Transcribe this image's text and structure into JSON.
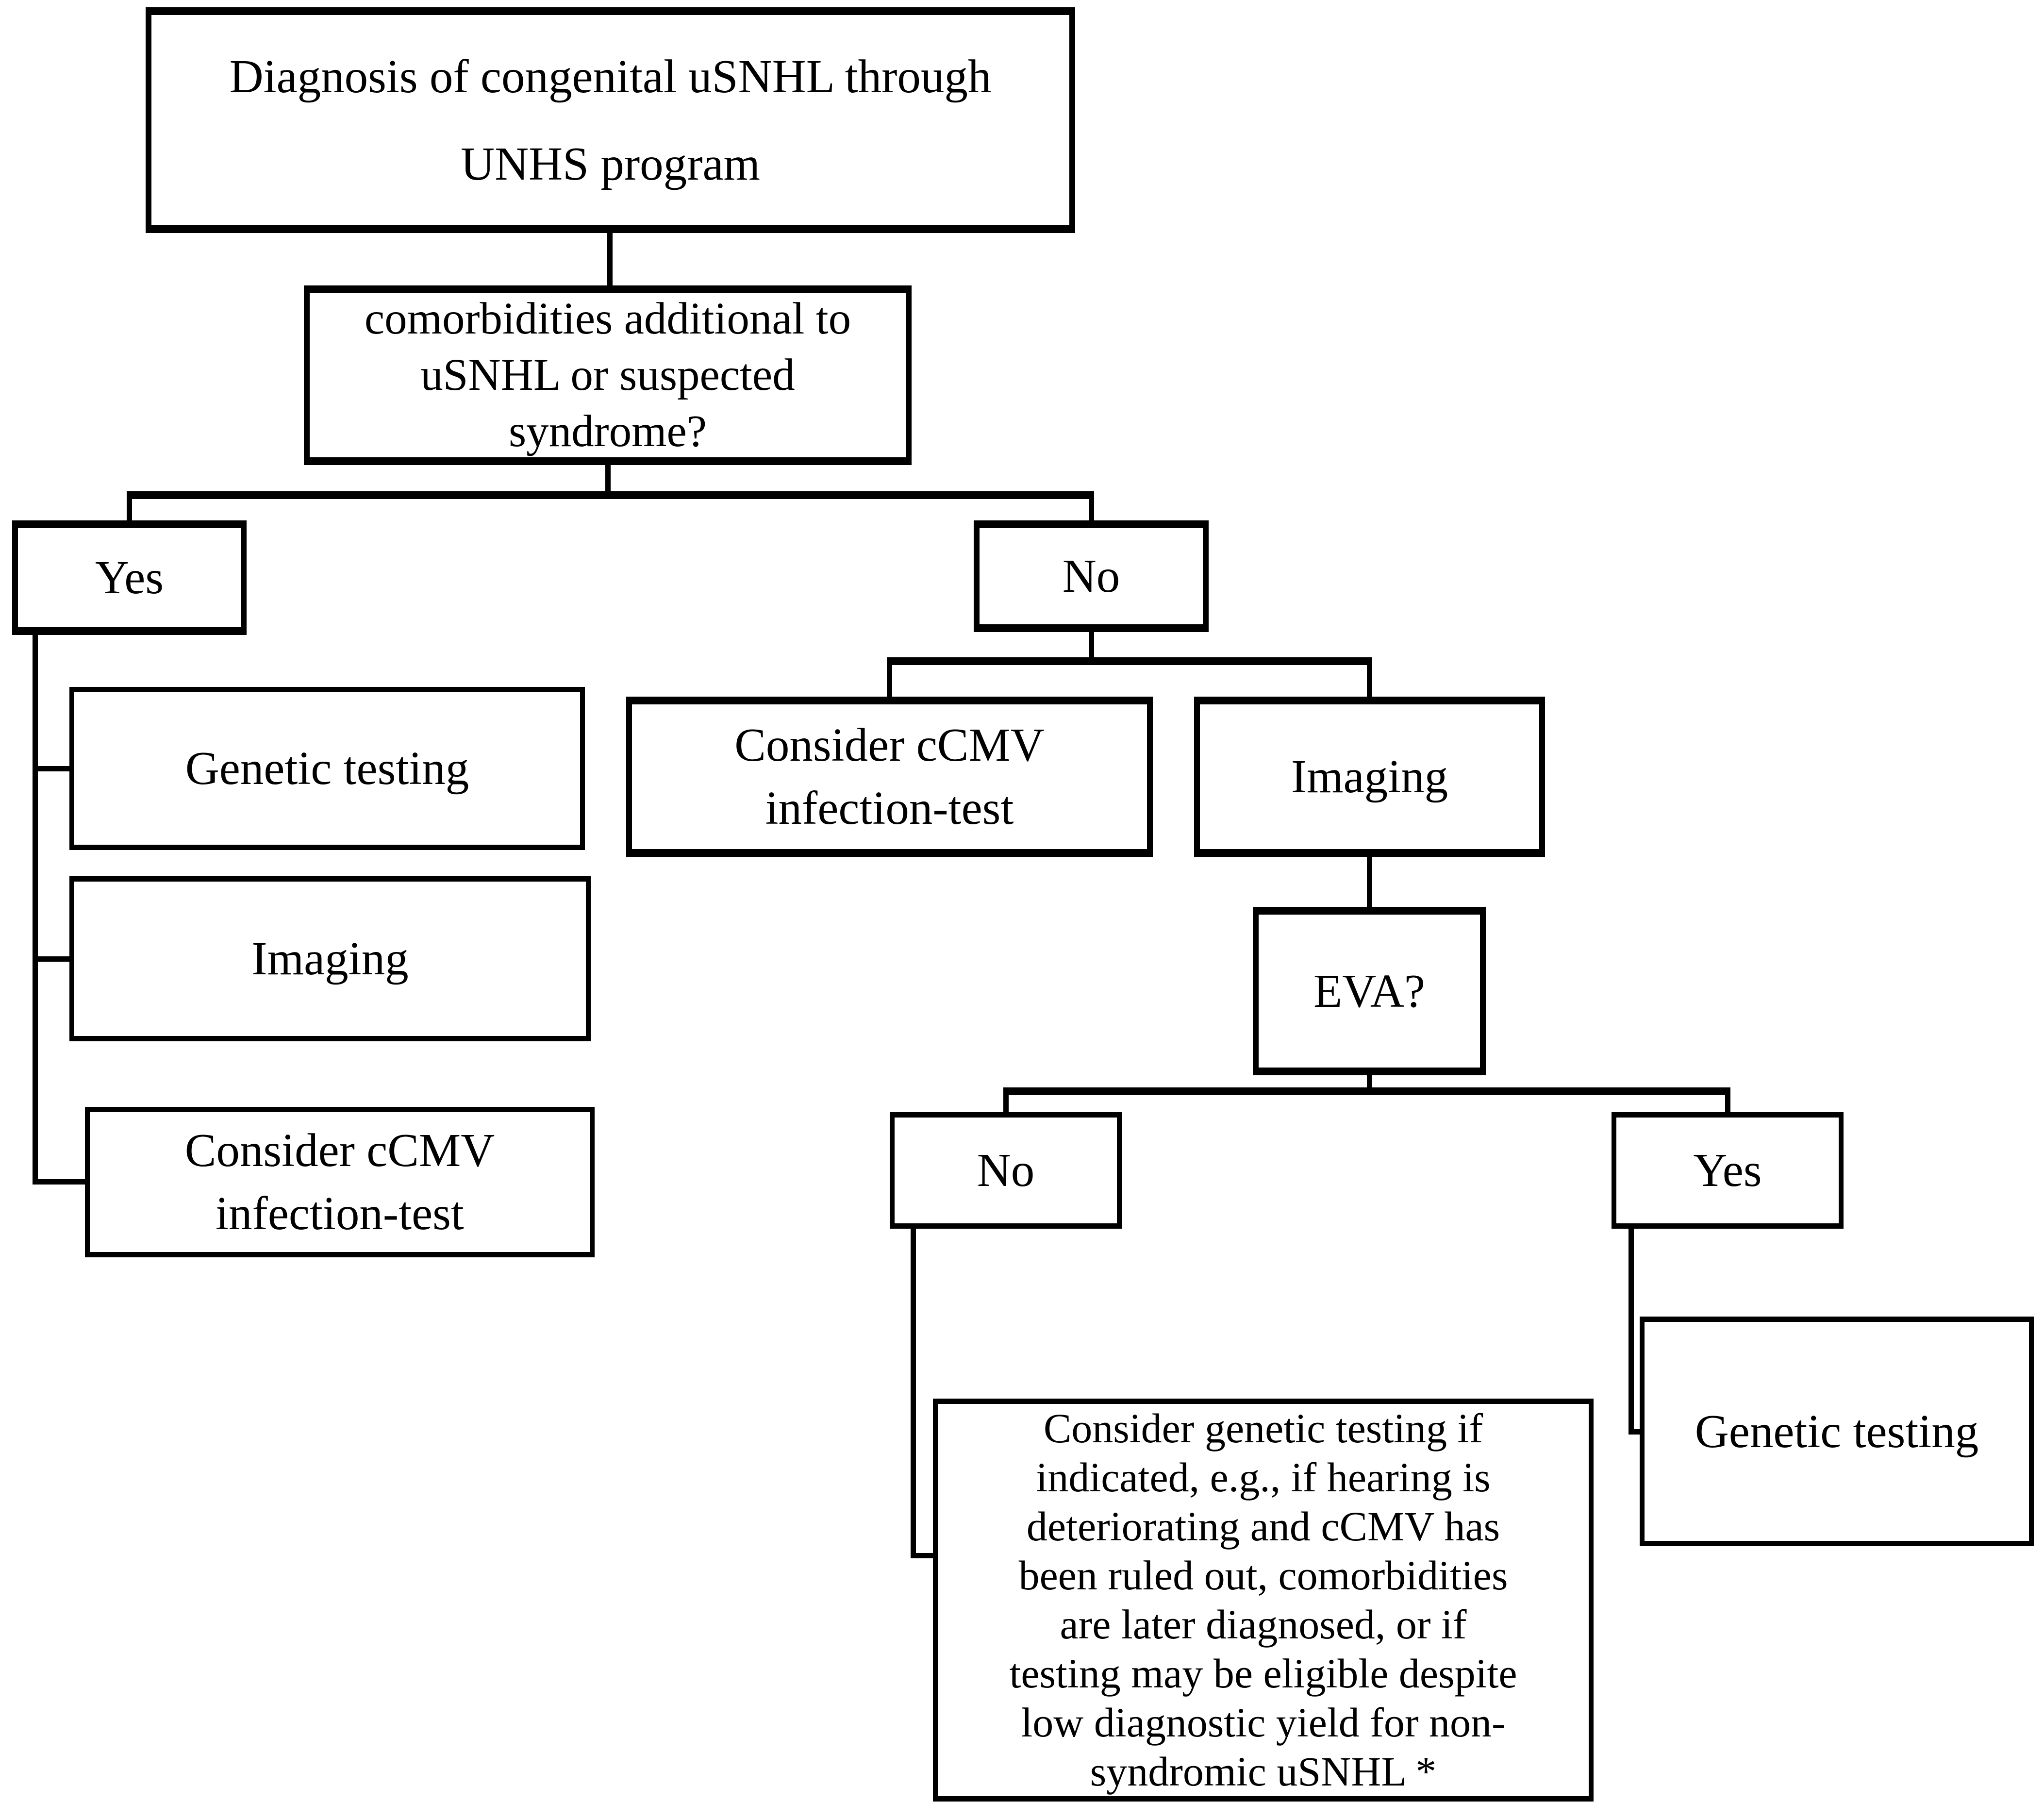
{
  "title": "uSNHL diagnostic flowchart",
  "colors": {
    "line": "#000000",
    "background": "#ffffff",
    "text": "#000000"
  },
  "nodes": {
    "diagnosis": {
      "label": "Diagnosis of congenital uSNHL through\nUNHS program"
    },
    "comorbidities_question": {
      "label": "comorbidities additional to\nuSNHL or suspected\nsyndrome?"
    },
    "yes_comorbidities": {
      "label": "Yes"
    },
    "no_comorbidities": {
      "label": "No"
    },
    "genetic_testing_left": {
      "label": "Genetic testing"
    },
    "imaging_left": {
      "label": "Imaging"
    },
    "ccmv_left": {
      "label": "Consider cCMV\ninfection-test"
    },
    "ccmv_right": {
      "label": "Consider cCMV\ninfection-test"
    },
    "imaging_right": {
      "label": "Imaging"
    },
    "eva_question": {
      "label": "EVA?"
    },
    "no_eva": {
      "label": "No"
    },
    "yes_eva": {
      "label": "Yes"
    },
    "consider_genetic": {
      "label": "Consider genetic testing if\nindicated, e.g., if hearing is\ndeteriorating and cCMV has\nbeen ruled out, comorbidities\nare later diagnosed, or if\ntesting may be eligible despite\nlow diagnostic yield for non-\nsyndromic uSNHL *"
    },
    "genetic_testing_right": {
      "label": "Genetic testing"
    }
  }
}
